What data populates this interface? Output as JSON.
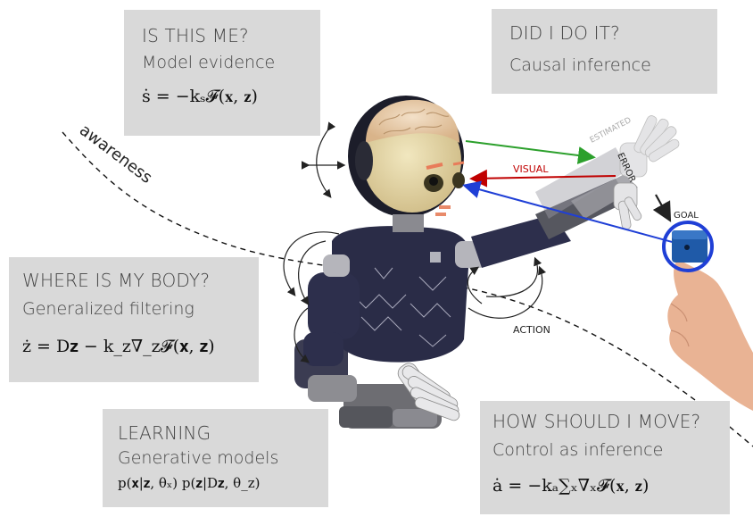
{
  "boxes": {
    "is_this_me": {
      "heading": "IS THIS ME?",
      "subheading": "Model evidence",
      "equation": "ṡ = −kₛ𝓕(𝐱, 𝐳)"
    },
    "did_i_do_it": {
      "heading": "DID I DO IT?",
      "subheading": "Causal inference"
    },
    "where_is_my_body": {
      "heading": "WHERE IS MY BODY?",
      "subheading": "Generalized filtering",
      "equation": "ż = D𝐳  − k_z∇_z𝓕(𝐱, 𝐳)"
    },
    "learning": {
      "heading": "LEARNING",
      "subheading": "Generative models",
      "equation": "p(𝐱|𝐳, θₓ)    p(𝐳|D𝐳, θ_z)"
    },
    "how_should_i_move": {
      "heading": "HOW SHOULD I MOVE?",
      "subheading": "Control as inference",
      "equation": "ȧ = −kₐ∑ₓ∇ₓ𝓕(𝐱, 𝐳)"
    }
  },
  "labels": {
    "awareness": "awareness",
    "estimated": "ESTIMATED",
    "error": "ERROR",
    "visual": "VISUAL",
    "goal": "GOAL",
    "action": "ACTION"
  },
  "colors": {
    "box_bg": "#d9d9d9",
    "estimated_arrow": "#2ca02c",
    "visual_arrow": "#c00000",
    "goal_arrow": "#1f3fd6",
    "goal_circle": "#1f3fd6",
    "cube": "#1f5aa8"
  }
}
